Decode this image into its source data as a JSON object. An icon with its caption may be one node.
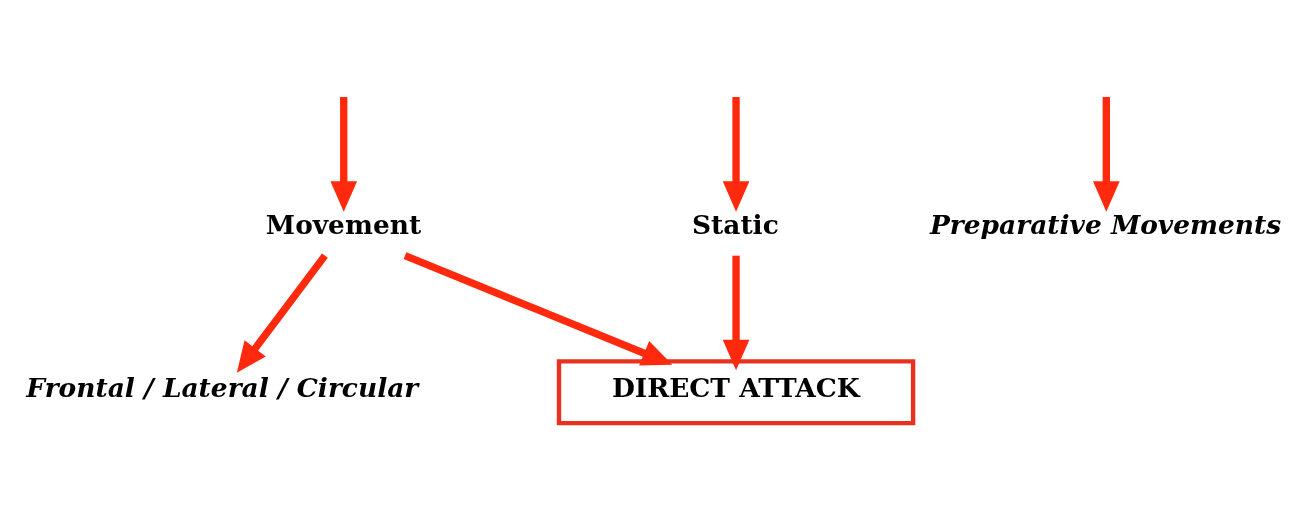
{
  "diagram": {
    "nodes": [
      {
        "text": [
          "Static"
        ]
      },
      {
        "text": [
          "Movement"
        ]
      },
      {
        "text": [
          "DIRECT ATTACK"
        ]
      },
      {
        "text": [
          "Preparative Movements"
        ]
      },
      {
        "text": [
          "Frontal / Lateral / Circular"
        ]
      }
    ],
    "edges": [
      {
        "from": null,
        "to": 0,
        "arrow": "to"
      },
      {
        "from": null,
        "to": 1,
        "arrow": "to"
      },
      {
        "from": 0,
        "to": 2,
        "arrow": "to"
      },
      {
        "from": 1,
        "to": 2,
        "arrow": "to"
      },
      {
        "from": null,
        "to": 3,
        "arrow": "to"
      },
      {
        "from": 1,
        "to": 4,
        "arrow": "to"
      }
    ]
  }
}
